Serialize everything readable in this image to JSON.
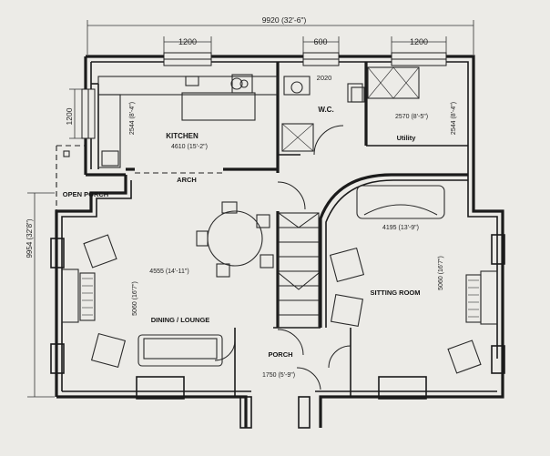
{
  "dimensions": {
    "overall_width": "9920 (32'-6\")",
    "overall_depth": "9954 (32'8\")",
    "window_kitchen": "1200",
    "window_wc": "600",
    "window_utility": "1200",
    "wc_width": "2020",
    "side_window": "1200",
    "kitchen_length": "4610 (15'-2\")",
    "kitchen_width": "2544 (8'-4\")",
    "utility_length": "2570 (8'-5\")",
    "utility_width": "2544 (8'-4\")",
    "sitting_length": "4195 (13'-9\")",
    "sitting_width": "5060 (16'7\")",
    "dining_length": "4555 (14'-11\")",
    "dining_width": "5060 (16'7\")",
    "porch_width": "1750 (5'-9\")"
  },
  "rooms": {
    "kitchen": "KITCHEN",
    "wc": "W.C.",
    "utility": "Utility",
    "open_porch": "OPEN PORCH",
    "arch": "ARCH",
    "dining": "DINING / LOUNGE",
    "sitting": "SITTING ROOM",
    "porch": "PORCH"
  }
}
